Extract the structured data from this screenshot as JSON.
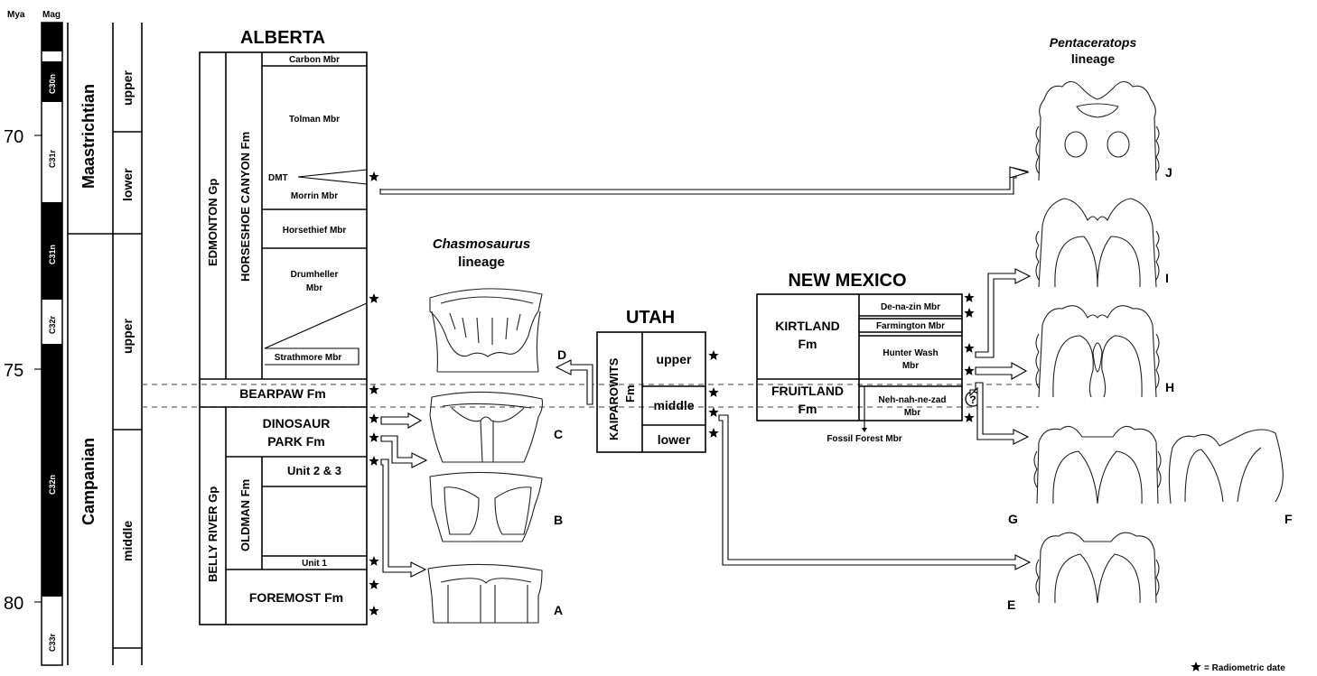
{
  "timescale": {
    "mya_header": "Mya",
    "mag_header": "Mag",
    "ticks": [
      "70",
      "75",
      "80"
    ],
    "chrons": [
      "C30n",
      "C31r",
      "C31n",
      "C32r",
      "C32n",
      "C33r"
    ],
    "stages": [
      "Maastrichtian",
      "Campanian"
    ],
    "substages": [
      "upper",
      "lower",
      "upper",
      "middle"
    ]
  },
  "alberta": {
    "title": "ALBERTA",
    "edmonton_gp": "EDMONTON Gp",
    "horseshoe_canyon_fm": "HORSESHOE CANYON Fm",
    "carbon_mbr": "Carbon Mbr",
    "tolman_mbr": "Tolman Mbr",
    "dmt": "DMT",
    "morrin_mbr": "Morrin Mbr",
    "horsethief_mbr": "Horsethief Mbr",
    "drumheller_mbr_1": "Drumheller",
    "drumheller_mbr_2": "Mbr",
    "strathmore_mbr": "Strathmore Mbr",
    "bearpaw_fm": "BEARPAW Fm",
    "dinosaur_park_1": "DINOSAUR",
    "dinosaur_park_2": "PARK Fm",
    "belly_river_gp": "BELLY RIVER Gp",
    "oldman_fm": "OLDMAN Fm",
    "unit_2_3": "Unit 2 & 3",
    "unit_1": "Unit 1",
    "foremost_fm": "FOREMOST Fm"
  },
  "chasmosaurus": {
    "title": "Chasmosaurus",
    "subtitle": "lineage",
    "labels": [
      "A",
      "B",
      "C",
      "D"
    ]
  },
  "utah": {
    "title": "UTAH",
    "kaiparowits_1": "KAIPAROWITS",
    "kaiparowits_2": "Fm",
    "upper": "upper",
    "middle": "middle",
    "lower": "lower"
  },
  "new_mexico": {
    "title": "NEW MEXICO",
    "kirtland_1": "KIRTLAND",
    "kirtland_2": "Fm",
    "de_na_zin": "De-na-zin Mbr",
    "farmington": "Farmington Mbr",
    "hunter_wash_1": "Hunter Wash",
    "hunter_wash_2": "Mbr",
    "fruitland_1": "FRUITLAND",
    "fruitland_2": "Fm",
    "neh_nah_1": "Neh-nah-ne-zad",
    "neh_nah_2": "Mbr",
    "fossil_forest": "Fossil Forest Mbr",
    "question": "?"
  },
  "pentaceratops": {
    "title": "Pentaceratops",
    "subtitle": "lineage",
    "labels": [
      "E",
      "F",
      "G",
      "H",
      "I",
      "J"
    ]
  },
  "legend": {
    "text": "= Radiometric date"
  }
}
